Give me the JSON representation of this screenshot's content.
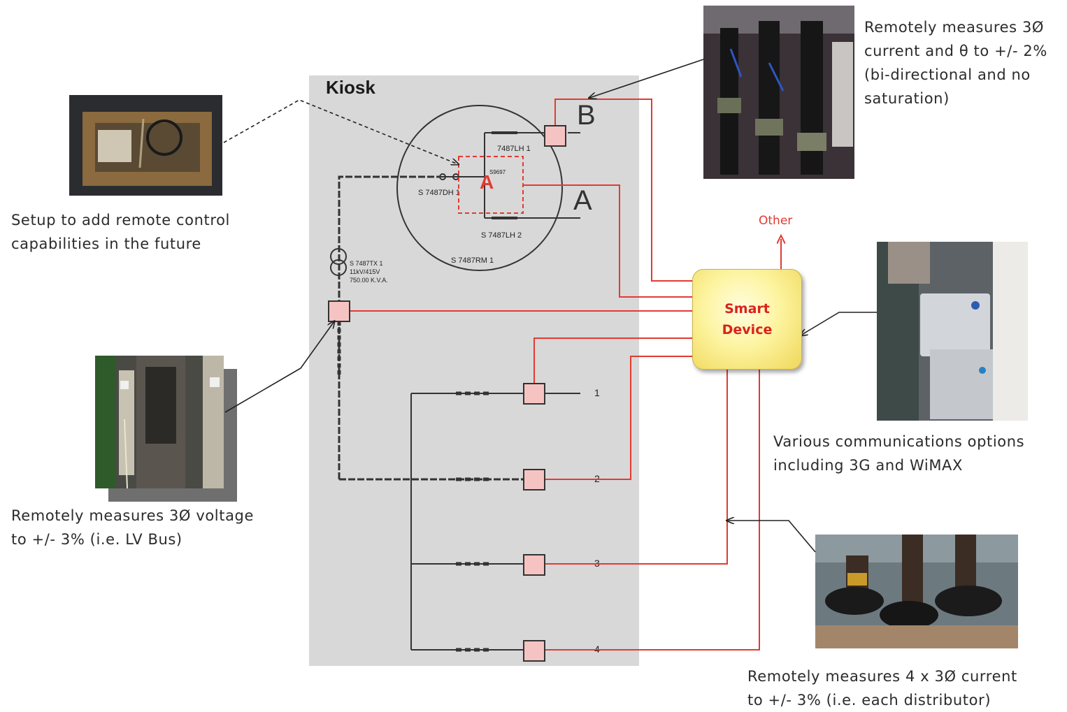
{
  "kiosk": {
    "title": "Kiosk",
    "switch_a_label": "A",
    "phase_b_label": "B",
    "phase_a_label": "A",
    "bus_label_main": "S  7487DH 1",
    "bus_label_lh1": "7487LH 1",
    "bus_label_lh2": "S  7487LH 2",
    "bus_label_ring": "S  7487RM 1",
    "switch_id": "S9697",
    "transformer_id": "S  7487TX 1",
    "transformer_voltage": "11kV/415V",
    "transformer_rating": "750.00 K.V.A.",
    "distributors": [
      "1",
      "2",
      "3",
      "4"
    ]
  },
  "smart_device": {
    "line1": "Smart",
    "line2": "Device"
  },
  "other_label": "Other",
  "captions": {
    "remote_control": "Setup to add remote control\ncapabilities in the future",
    "voltage": "Remotely measures 3Ø voltage\nto +/- 3% (i.e. LV Bus)",
    "current_theta": "Remotely measures 3Ø\ncurrent and θ to +/- 2%\n(bi-directional and no\nsaturation)",
    "comms": "Various communications options\nincluding 3G and WiMAX",
    "distributor_current": "Remotely measures 4 x 3Ø current\nto +/- 3% (i.e. each distributor)"
  },
  "colors": {
    "wire_red": "#e23b32",
    "kiosk_bg": "#d8d8d8",
    "sensor_fill": "#f6c3c3",
    "diagram_line": "#333333"
  }
}
